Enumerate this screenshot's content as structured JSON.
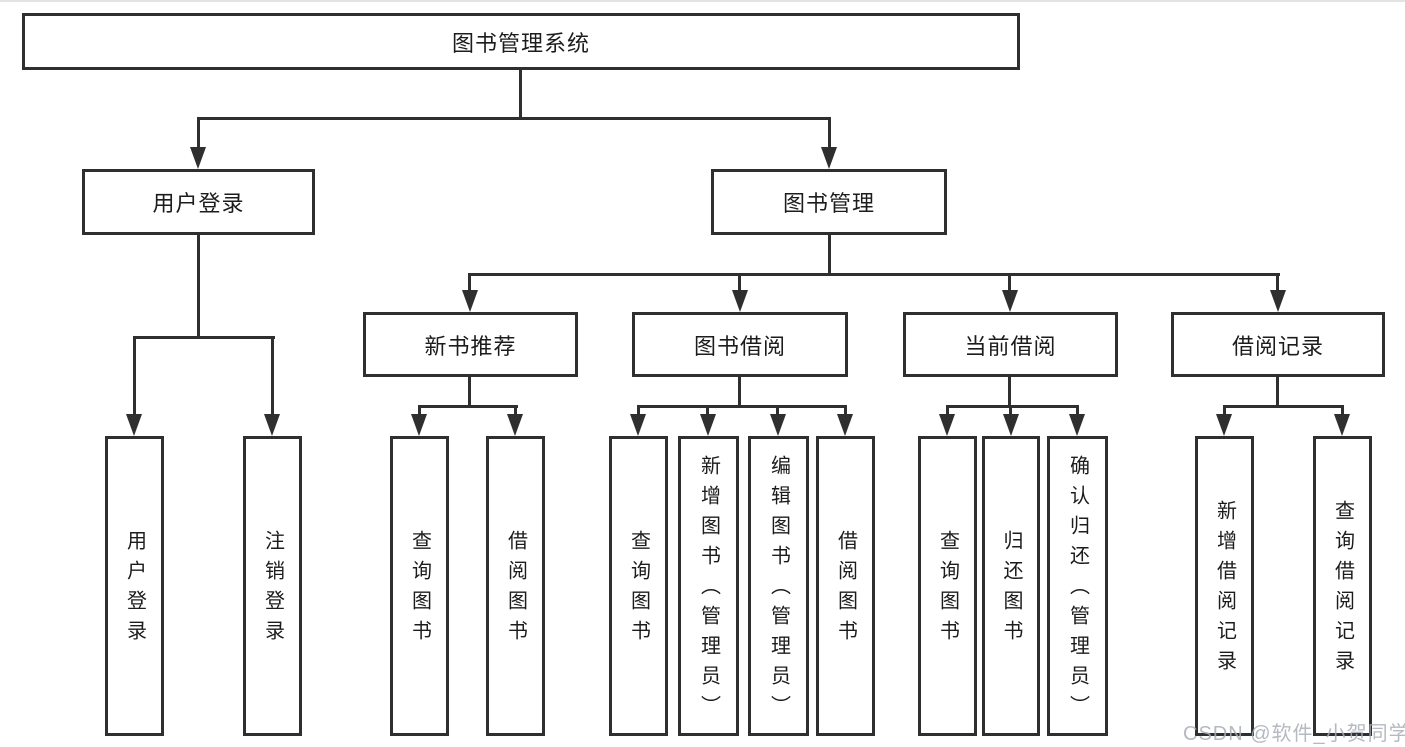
{
  "page": {
    "watermark": "CSDN @软件_小贺同学"
  },
  "colors": {
    "line": "#2f2f2f",
    "box_border": "#2f2f2f",
    "text": "#1c1c1c",
    "background": "#ffffff",
    "watermark": "#a8adb6"
  },
  "tree": {
    "root": "图书管理系统",
    "branches": [
      {
        "label": "用户登录",
        "leaves": [
          "用户登录",
          "注销登录"
        ]
      },
      {
        "label": "图书管理",
        "groups": [
          {
            "label": "新书推荐",
            "leaves": [
              "查询图书",
              "借阅图书"
            ]
          },
          {
            "label": "图书借阅",
            "leaves": [
              "查询图书",
              "新增图书（管理员）",
              "编辑图书（管理员）",
              "借阅图书"
            ]
          },
          {
            "label": "当前借阅",
            "leaves": [
              "查询图书",
              "归还图书",
              "确认归还（管理员）"
            ]
          },
          {
            "label": "借阅记录",
            "leaves": [
              "新增借阅记录",
              "查询借阅记录"
            ]
          }
        ]
      }
    ]
  }
}
